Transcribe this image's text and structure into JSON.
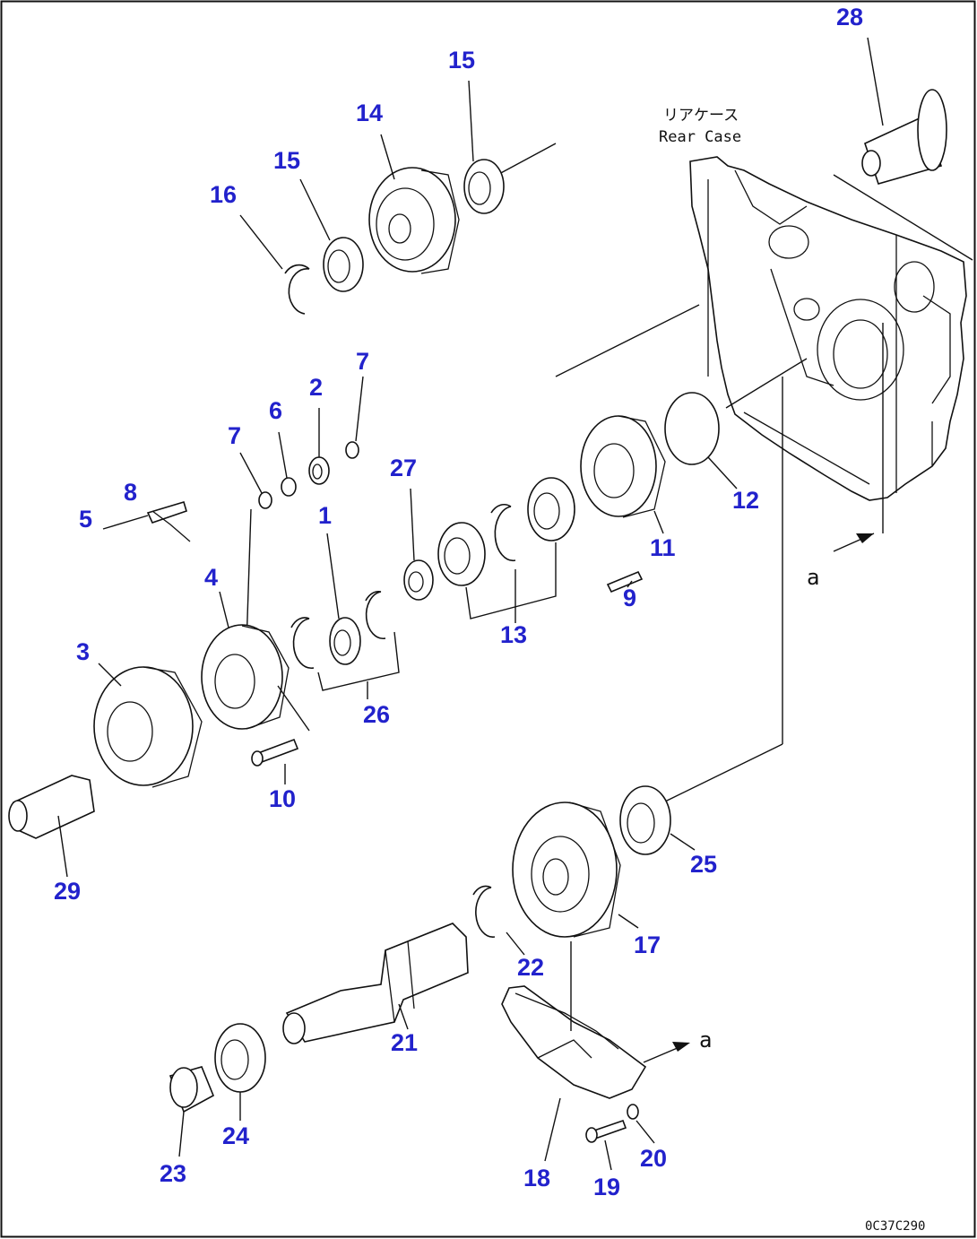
{
  "labels": {
    "rear_case_jp": "リアケース",
    "rear_case_en": "Rear Case",
    "arrow_a1": "a",
    "arrow_a2": "a",
    "drawing_code": "0C37C290"
  },
  "callouts": {
    "c1": "1",
    "c2": "2",
    "c3": "3",
    "c4": "4",
    "c5": "5",
    "c6": "6",
    "c7a": "7",
    "c7b": "7",
    "c8": "8",
    "c9": "9",
    "c10": "10",
    "c11": "11",
    "c12": "12",
    "c13": "13",
    "c14": "14",
    "c15a": "15",
    "c15b": "15",
    "c16": "16",
    "c17": "17",
    "c18": "18",
    "c19": "19",
    "c20": "20",
    "c21": "21",
    "c22": "22",
    "c23": "23",
    "c24": "24",
    "c25": "25",
    "c26": "26",
    "c27": "27",
    "c28": "28",
    "c29": "29"
  }
}
